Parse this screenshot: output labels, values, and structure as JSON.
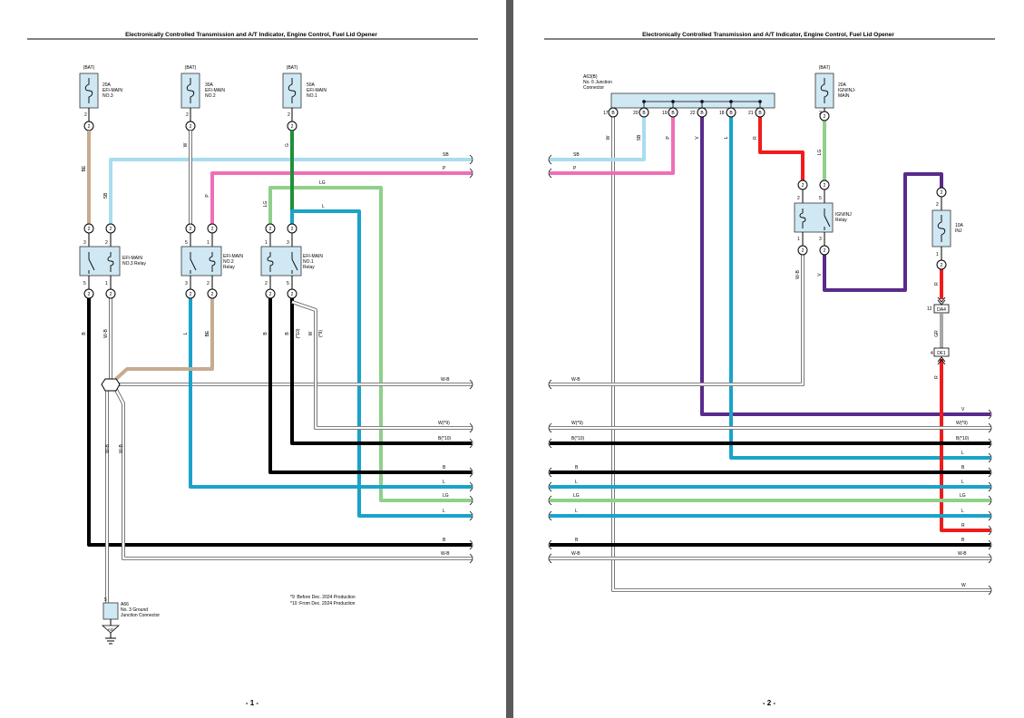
{
  "colors": {
    "SB": "#a9dcef",
    "P": "#ee6fb6",
    "G": "#1f8f3a",
    "LG": "#8fd08a",
    "L": "#1aa3c9",
    "BE": "#c6ab8f",
    "B": "#000000",
    "V": "#5a2a8c",
    "R": "#ef1c1c",
    "GR": "#a6a6a6",
    "W": "#ffffff",
    "box": "#cfe8f3",
    "gap": "#5a5a5a"
  },
  "page1": {
    "title": "Electronically Controlled Transmission and A/T Indicator, Engine Control, Fuel Lid Opener",
    "page_number": "- 1 -",
    "fuses": [
      {
        "source": "(BAT)",
        "rating": "20A",
        "name1": "EFI-MAIN",
        "name2": "NO.3"
      },
      {
        "source": "(BAT)",
        "rating": "30A",
        "name1": "EFI-MAIN",
        "name2": "NO.2"
      },
      {
        "source": "(BAT)",
        "rating": "50A",
        "name1": "EFI-MAIN",
        "name2": "NO.1"
      }
    ],
    "relays": [
      {
        "name1": "EFI-MAIN",
        "name2": "NO.3 Relay",
        "name3": ""
      },
      {
        "name1": "EFI-MAIN",
        "name2": "NO.2",
        "name3": "Relay"
      },
      {
        "name1": "EFI-MAIN",
        "name2": "NO.1",
        "name3": "Relay"
      }
    ],
    "pins": [
      "2",
      "3",
      "5",
      "1"
    ],
    "wires": {
      "BE": "BE",
      "SB": "SB",
      "W": "W",
      "P": "P",
      "G": "G",
      "LG": "LG",
      "L": "L",
      "B": "B",
      "WB": "W-B",
      "note10": "(*10)",
      "note9": "(*9)",
      "W9": "W(*9)",
      "B10": "B(*10)"
    },
    "ground": {
      "id": "A66",
      "name1": "No. 3 Ground",
      "name2": "Junction Connector",
      "pin": "5",
      "ground_label": "AG"
    },
    "notes": [
      "*9 :Before Dec. 2024 Production",
      "*10 :From Dec. 2024 Production"
    ]
  },
  "page2": {
    "title": "Electronically Controlled Transmission and A/T Indicator, Engine Control, Fuel Lid Opener",
    "page_number": "- 2 -",
    "junction": {
      "id": "A63(B)",
      "name1": "No. 6 Junction",
      "name2": "Connector",
      "pins": [
        "17",
        "20",
        "19",
        "22",
        "18",
        "21"
      ],
      "pin_letter": "B",
      "wires": [
        "W",
        "SB",
        "P",
        "V",
        "L",
        "R"
      ]
    },
    "fuse_ign": {
      "source": "(BAT)",
      "rating": "20A",
      "name1": "IGN/INJ-",
      "name2": "MAIN"
    },
    "relay": {
      "name1": "IGN/INJ",
      "name2": "Relay"
    },
    "fuse_inj": {
      "rating": "10A",
      "name": "INJ"
    },
    "connectors": [
      {
        "pin": "12",
        "id": "DA4"
      },
      {
        "pin": "4",
        "id": "DF1"
      }
    ],
    "wires": {
      "SB": "SB",
      "P": "P",
      "LG": "LG",
      "V": "V",
      "WB": "W-B",
      "R": "R",
      "GR": "GR",
      "W9": "W(*9)",
      "B10": "B(*10)",
      "L": "L",
      "B": "B",
      "W": "W"
    }
  }
}
